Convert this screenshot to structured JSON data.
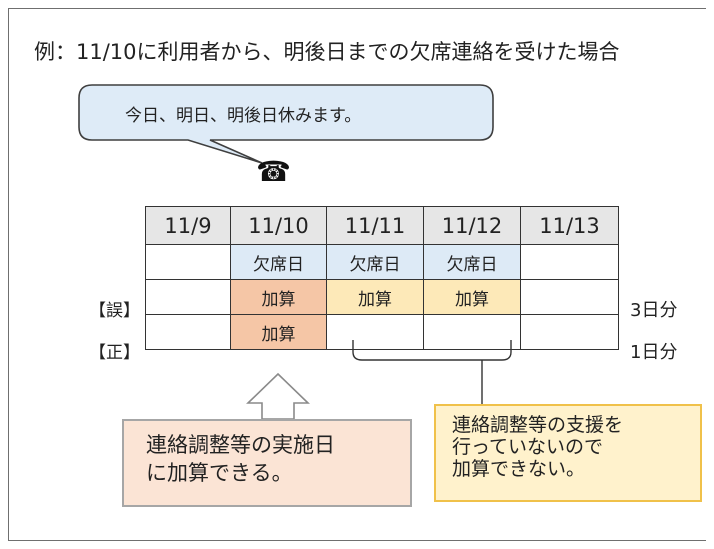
{
  "headline": "例：11/10に利用者から、明後日までの欠席連絡を受けた場合",
  "speech_bubble": "今日、明日、明後日休みます。",
  "phone_icon": "☎",
  "table": {
    "dates": [
      "11/9",
      "11/10",
      "11/11",
      "11/12",
      "11/13"
    ],
    "absence_row": [
      "",
      "欠席日",
      "欠席日",
      "欠席日",
      ""
    ],
    "wrong_row": {
      "label": "【誤】",
      "cells": [
        "",
        "加算",
        "加算",
        "加算",
        ""
      ],
      "total": "3日分"
    },
    "correct_row": {
      "label": "【正】",
      "cells": [
        "",
        "加算",
        "",
        "",
        ""
      ],
      "total": "1日分"
    }
  },
  "note_left": [
    "連絡調整等の実施日",
    "に加算できる。"
  ],
  "note_right": [
    "連絡調整等の支援を",
    "行っていないので",
    "加算できない。"
  ],
  "colors": {
    "absence": "#ddeaf6",
    "addition_orange": "#f5c6a6",
    "addition_yellow": "#fde9b8",
    "note_left_bg": "#fbe4d5",
    "note_right_bg": "#fff2cc",
    "bubble_bg": "#deebf7"
  }
}
